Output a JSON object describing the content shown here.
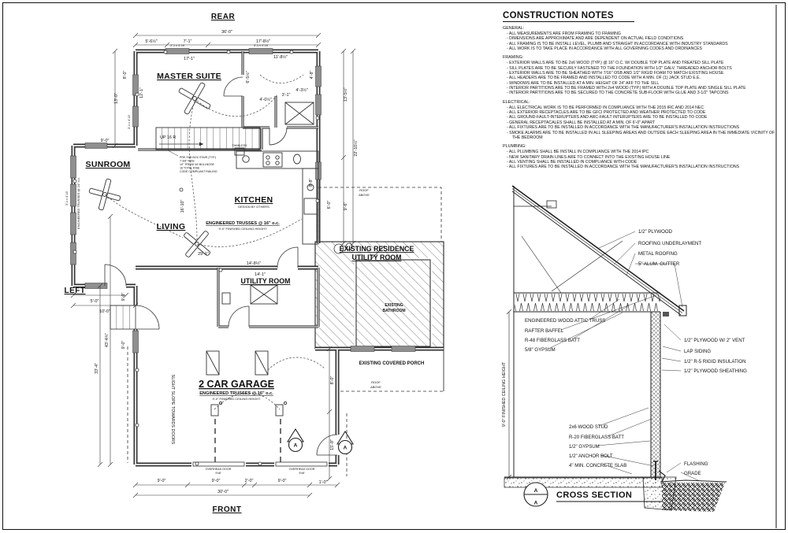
{
  "sheet": {
    "orientation_labels": {
      "rear": "REAR",
      "front": "FRONT",
      "left": "LEFT"
    }
  },
  "plan": {
    "rooms": {
      "master_suite": "MASTER SUITE",
      "sunroom": "SUNROOM",
      "living": "LIVING",
      "kitchen": "KITCHEN",
      "kitchen_sub": "DESIGN BY OTHERS",
      "utility": "UTILITY ROOM",
      "existing_line1": "EXISTING RESIDENCE",
      "existing_line2": "UTILITY ROOM",
      "existing_bath_line1": "EXISTING",
      "existing_bath_line2": "BATHROOM",
      "porch": "EXISTING COVERED PORCH",
      "garage": "2 CAR GARAGE"
    },
    "annotations": {
      "trusses_16": "ENGINEERED TRUSSES @ 16\" o.c.",
      "ceiling_9": "9'-0\" FINISHED CEILING HEIGHT",
      "trusses_24": "ENGINEERED TRUSSES @ 24\" o.c.",
      "slope": "SLIGHT SLOPE TOWARDS DOORS",
      "roof_above_1": "ROOF",
      "roof_above_2": "ABOVE",
      "up_16r": "UP 16 R",
      "overhead_door": "OVERHEAD DOOR",
      "overhead_door_size": "9'x8'",
      "window_tag": "3'-1 x 4'-10",
      "tankless": "TANKLESS",
      "section_marker": "A",
      "stair_note": [
        "PRE-FAB BOX STAIR (TYP.)",
        "7-3/8\" RISE",
        "10\" TREAD W/ BULLNOSE",
        "16 TOTAL RISE",
        "CODE COMPLIANT RAILING"
      ]
    },
    "dims": {
      "top_total": "36'-0\"",
      "top_a": "5'-6½\"",
      "top_b": "7'-1\"",
      "top_c": "17'-8½\"",
      "ms_w": "17'-1\"",
      "ms_h": "12'-1\"",
      "bath_w": "11'-8½\"",
      "b1": "6'-5½\"",
      "b2": "4'-0½\"",
      "b3": "3'-1\"",
      "b4": "4'-3½\"",
      "b5": "4'-8\"",
      "left_a": "13'-0\"",
      "left_b": "8'-0\"",
      "right_total": "22'-10½\"",
      "right_a": "13'-5½\"",
      "right_b": "9'-6\"",
      "sun_top": "9'-0\"",
      "sun_b": "5'-0\"",
      "sun_total": "10'-0\"",
      "liv_w": "29'-1\"",
      "liv_h": "16'-10\"",
      "kit_h": "8'-8\"",
      "kit_w": "6'-0\"",
      "util_w": "14'-1\"",
      "util_inner": "14'-8½\"",
      "gar_total": "43'-4¾\"",
      "gar_b": "33'-4\"",
      "gar_9a": "9'-0\"",
      "gar_9b": "9'-0\"",
      "gar_right": "15'-8\"",
      "porch_h": "8'-0\"",
      "f_a": "9'-0\"",
      "f_b": "9'-0\"",
      "f_c": "2'-0\"",
      "f_d": "9'-0\"",
      "f_off": "1'-0\"",
      "f_total": "30'-0\""
    }
  },
  "notes": {
    "title": "CONSTRUCTION NOTES",
    "sections": [
      {
        "heading": "GENERAL:",
        "items": [
          "ALL MEASUREMENTS ARE FROM FRAMING TO FRAMING",
          "DIMENSIONS ARE APPROXIMATE AND ARE DEPENDENT ON ACTUAL FIELD CONDITIONS",
          "ALL FRAMING IS TO BE INSTALL LEVEL, PLUMB AND STRAIGHT IN ACCORDANCE WITH INDUSTRY STANDARDS",
          "ALL WORK IS TO TAKE PLACE IN ACCORDANCE WITH ALL GOVERNING CODES AND ORDINANCES"
        ]
      },
      {
        "heading": "FRAMING:",
        "items": [
          "EXTERIOR WALLS ARE TO BE 2x6 WOOD (TYP.) @ 16\" O.C. W/ DOUBLE TOP PLATE AND TREATED SILL PLATE",
          "SILL PLATES ARE TO BE SECURLY FASTENED TO THE FOUNDATION WITH 1/2\" GALV. THREADED ANCHOR BOLTS",
          "EXTERIOR WALLS ARE TO BE SHEATHED WITH 7/16\" OSB AND 1/2\" RIGID FOAM TO MATCH EXISTING HOUSE",
          "ALL HEADERS ARE TO BE FRAMED AND INSTALLED TO CODE WITH A MIN. OF (1) JACK STUD E.E.",
          "WINDOWS ARE TO BE INSTALLED AT A MIN. HEIGHT OF 24\" AFF TO THE SILL",
          "INTERIOR PARTITIONS ARE TO BE FRAMED WITH 2x4 WOOD (TYP.) WITH A DOUBLE TOP PLATE AND SINGLE SILL PLATE",
          "INTERIOR PARTITIONS ARE TO BE SECURED TO THE CONCRETE SUB-FLOOR WITH GLUE AND 3-1/2\" TAPCONS"
        ]
      },
      {
        "heading": "ELECTRICAL:",
        "items": [
          "ALL ELECTRICAL WORK IS TO BE PERFORMED IN COMPLIANCE WITH THE 2015 IRC AND 2014 NEC",
          "ALL EXTERIOR RECEPTACLES ARE TO BE GFCI PROTECTED AND WEATHER PROTECTED TO CODE",
          "ALL GROUND-FAULT-INTERUPTERS AND ARC-FAULT INTERUPTERS ARE TO BE INSTALLED TO CODE",
          "GENERAL RECEPTACALES SHALL BE INSTALLED AT A MIN. OF 6'-0\" APART",
          "ALL FIXTURES ARE TO BE INSTALLED IN ACCORDANCE WITH THE MANUFACTURER'S INSTALLATION INSTRUCTIONS",
          "SMOKE ALARMS ARE TO BE INSTALLED IN ALL SLEEPING AREAS AND OUTSIDE EACH SLEEPING AREA IN THE IMMEDIATE VICINITY OF THE BEDROOM"
        ]
      },
      {
        "heading": "PLUMBING:",
        "items": [
          "ALL PLUMBING SHALL BE INSTALL IN COMPLIANCE WITH THE 2014 IPC",
          "NEW SANITARY DRAIN LINES ARE TO CONNECT INTO THE EXISTING HOUSE LINE",
          "ALL VENTING SHALL BE INSTALLED IN COMPLIANCE WITH CODE",
          "ALL FIXTURES ARE TO BE INSTALLED IN ACCORDANCE WITH THE MANUFACTURER'S INSTALLATION INSTRUCTIONS"
        ]
      }
    ]
  },
  "cross_section": {
    "title": "CROSS SECTION",
    "marker_top": "A",
    "marker_bottom": "A",
    "ceiling_height": "9'-0\" FINISHED CEILING HEIGHT",
    "labels_roof": [
      "1/2\" PLYWOOD",
      "ROOFING UNDERLAYMENT",
      "METAL ROOFING",
      "5\" ALUM. GUTTER"
    ],
    "labels_left": [
      "ENGINEERED WOOD ATTIC TRUSS",
      "RAFTER BAFFEL",
      "R-48 FIBERGLASS BATT",
      "5/8\" GYPSUM"
    ],
    "labels_wall_right": [
      "1/2\" PLYWOOD W/ 2\" VENT",
      "LAP SIDING",
      "1/2\" R-5 RIGID INSULATION",
      "1/2\" PLYWOOD SHEATHING"
    ],
    "labels_wall_left": [
      "2x6 WOOD STUD",
      "R-20 FIBERGLASS BATT",
      "1/2\" GYPSUM",
      "1/2\" ANCHOR BOLT",
      "4\" MIN. CONCRETE SLAB"
    ],
    "labels_grade": [
      "FLASHING",
      "GRADE"
    ]
  },
  "colors": {
    "ink": "#111111",
    "wall": "#2f2f2f",
    "window": "#8f8f8f",
    "hatch": "#666666"
  }
}
